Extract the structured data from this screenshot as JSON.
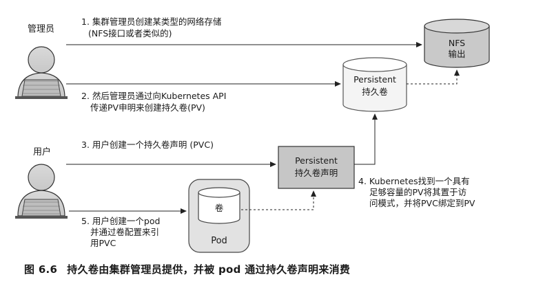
{
  "actors": {
    "admin": "管理员",
    "user": "用户"
  },
  "steps": {
    "step1": [
      "1.  集群管理员创建某类型的网络存储",
      "(NFS接口或者类似的)"
    ],
    "step2": [
      "2.  然后管理员通过向Kubernetes API",
      "传递PV申明来创建持久卷(PV)"
    ],
    "step3": [
      "3.  用户创建一个持久卷声明 (PVC)"
    ],
    "step4": [
      "4.  Kubernetes找到一个具有",
      "足够容量的PV将其置于访",
      "问模式，并将PVC绑定到PV"
    ],
    "step5": [
      "5.  用户创建一个pod",
      "并通过卷配置来引",
      "用PVC"
    ]
  },
  "nodes": {
    "nfs": [
      "NFS",
      "输出"
    ],
    "pv": [
      "Persistent",
      "持久卷"
    ],
    "pvc": [
      "Persistent",
      "持久卷声明"
    ],
    "pod_volume": "卷",
    "pod": "Pod"
  },
  "caption": {
    "number": "图 6.6",
    "text": "持久卷由集群管理员提供，并被 pod 通过持久卷声明来消费"
  }
}
